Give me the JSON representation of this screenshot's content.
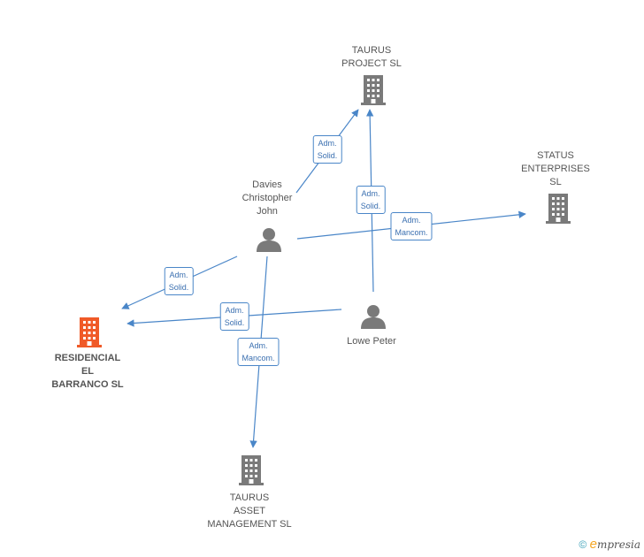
{
  "nodes": {
    "taurus_project": {
      "label": "TAURUS\nPROJECT SL",
      "kind": "company"
    },
    "status_enterprises": {
      "label": "STATUS\nENTERPRISES\nSL",
      "kind": "company"
    },
    "davies": {
      "label": "Davies\nChristopher\nJohn",
      "kind": "person"
    },
    "lowe": {
      "label": "Lowe Peter",
      "kind": "person"
    },
    "residencial": {
      "label": "RESIDENCIAL\nEL\nBARRANCO SL",
      "kind": "company-main"
    },
    "taurus_asset": {
      "label": "TAURUS\nASSET\nMANAGEMENT SL",
      "kind": "company"
    }
  },
  "edges": [
    {
      "label": "Adm.\nSolid."
    },
    {
      "label": "Adm.\nSolid."
    },
    {
      "label": "Adm.\nMancom."
    },
    {
      "label": "Adm.\nSolid."
    },
    {
      "label": "Adm.\nSolid."
    },
    {
      "label": "Adm.\nMancom."
    }
  ],
  "colors": {
    "edge": "#4a86c8",
    "company": "#7a7a7a",
    "person": "#7a7a7a",
    "main": "#f05a28"
  },
  "footer": {
    "copyright": "©",
    "brand_e": "e",
    "brand_rest": "mpresia"
  }
}
